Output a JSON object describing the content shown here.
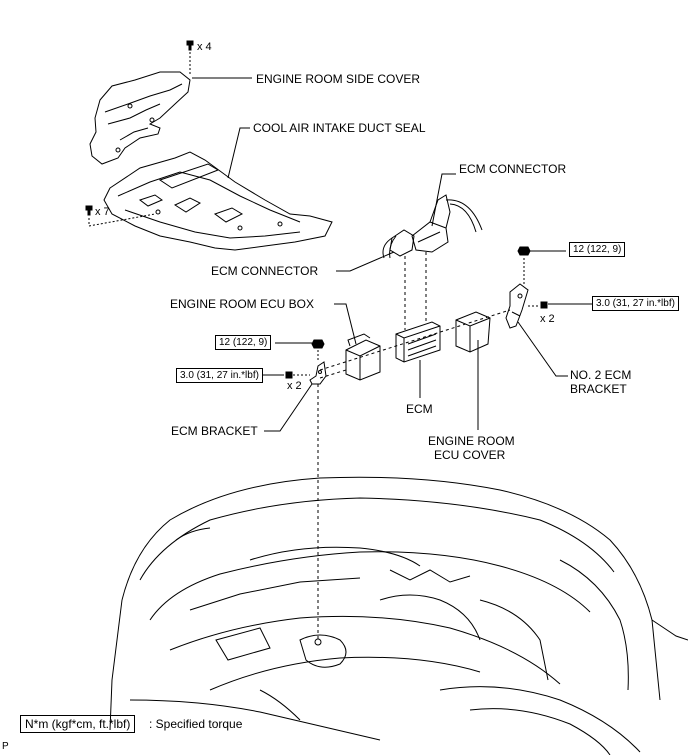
{
  "labels": {
    "side_cover": "ENGINE ROOM SIDE COVER",
    "seal": "COOL AIR INTAKE DUCT SEAL",
    "ecm_connector_top": "ECM CONNECTOR",
    "ecm_connector_left": "ECM CONNECTOR",
    "ecu_box": "ENGINE ROOM ECU BOX",
    "ecm": "ECM",
    "ecu_cover_line1": "ENGINE ROOM",
    "ecu_cover_line2": "ECU COVER",
    "no2_bracket_line1": "NO. 2 ECM",
    "no2_bracket_line2": "BRACKET",
    "ecm_bracket": "ECM BRACKET"
  },
  "counts": {
    "x4": "x 4",
    "x7": "x 7",
    "x2_left": "x 2",
    "x2_right": "x 2"
  },
  "torques": {
    "nut_right": "12 (122, 9)",
    "bolt_right": "3.0 (31, 27 in.*lbf)",
    "nut_left": "12 (122, 9)",
    "bolt_left": "3.0 (31, 27 in.*lbf)"
  },
  "legend": {
    "unit": "N*m (kgf*cm, ft.*lbf)",
    "description": ": Specified torque"
  },
  "corner_mark": "P"
}
